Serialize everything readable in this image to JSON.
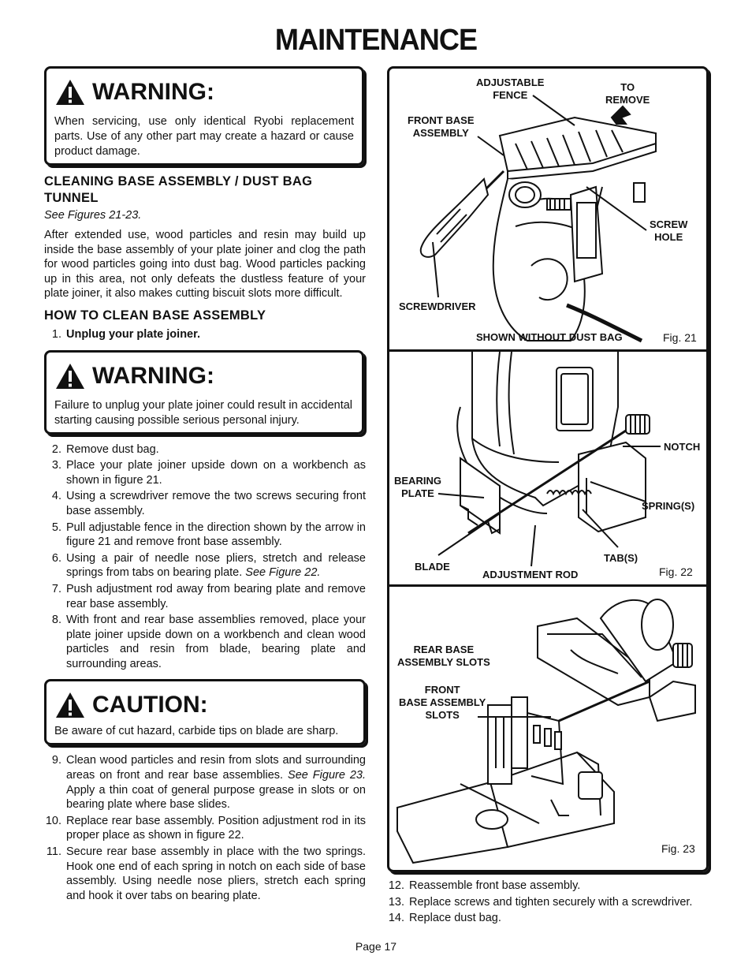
{
  "title": "MAINTENANCE",
  "warning1": {
    "heading": "WARNING:",
    "body": "When servicing, use only identical Ryobi replacement parts. Use of any other part may create a hazard or cause product damage."
  },
  "section1": {
    "heading": "CLEANING BASE ASSEMBLY / DUST BAG TUNNEL",
    "see": "See Figures 21-23.",
    "para": "After extended use, wood particles and resin may build up inside the base assembly of your plate joiner and clog the path for wood particles going into dust bag. Wood particles packing up in this area, not only defeats the dustless feature of your plate joiner, it also makes cutting biscuit slots more difficult."
  },
  "section2": {
    "heading": "HOW TO CLEAN BASE ASSEMBLY",
    "step1_num": "1.",
    "step1": "Unplug your plate joiner."
  },
  "warning2": {
    "heading": "WARNING:",
    "body": "Failure to unplug your plate joiner could result in accidental starting causing possible serious personal injury."
  },
  "steps_a": [
    {
      "num": "2.",
      "pre": "Remove dust bag.",
      "ref": ""
    },
    {
      "num": "3.",
      "pre": "Place your plate joiner upside down on a workbench as shown in figure 21.",
      "ref": ""
    },
    {
      "num": "4.",
      "pre": "Using a screwdriver remove the two screws securing front base assembly.",
      "ref": ""
    },
    {
      "num": "5.",
      "pre": "Pull adjustable fence in the direction shown by the arrow in figure 21 and remove front base assembly.",
      "ref": ""
    },
    {
      "num": "6.",
      "pre": "Using a pair of needle nose pliers, stretch and release springs from tabs on bearing plate. ",
      "ref": "See Figure 22."
    },
    {
      "num": "7.",
      "pre": "Push adjustment rod away from bearing plate and remove rear base assembly.",
      "ref": ""
    },
    {
      "num": "8.",
      "pre": "With front and rear base assemblies removed, place your plate joiner upside down on a workbench and clean wood particles and resin from blade, bearing plate and surrounding areas.",
      "ref": ""
    }
  ],
  "caution": {
    "heading": "CAUTION:",
    "body": "Be aware of cut hazard, carbide tips on blade are sharp."
  },
  "steps_b": [
    {
      "num": "9.",
      "pre": "Clean wood particles and resin from slots and surrounding areas on front and rear base assemblies. ",
      "ref": "See Figure 23.",
      "post": " Apply a thin coat of general purpose grease in slots or on bearing plate where base slides."
    },
    {
      "num": "10.",
      "pre": "Replace rear base assembly. Position adjustment rod in its proper place as shown in figure 22.",
      "ref": "",
      "post": ""
    },
    {
      "num": "11.",
      "pre": "Secure rear base assembly in place with the two springs. Hook one end of each spring in notch on each side of base assembly. Using needle nose pliers, stretch each spring and hook it over tabs on bearing plate.",
      "ref": "",
      "post": ""
    }
  ],
  "steps_c": [
    {
      "num": "12.",
      "text": "Reassemble front base assembly."
    },
    {
      "num": "13.",
      "text": "Replace screws and tighten securely with a screwdriver."
    },
    {
      "num": "14.",
      "text": "Replace dust bag."
    }
  ],
  "fig21": {
    "adjustable": "ADJUSTABLE",
    "fence": "FENCE",
    "to": "TO",
    "remove": "REMOVE",
    "front_base": "FRONT BASE",
    "assembly": "ASSEMBLY",
    "screw": "SCREW",
    "hole": "HOLE",
    "screwdriver": "SCREWDRIVER",
    "shown_without": "SHOWN WITHOUT DUST BAG",
    "figno": "Fig. 21"
  },
  "fig22": {
    "notch": "NOTCH",
    "bearing": "BEARING",
    "plate": "PLATE",
    "springs": "SPRING(S)",
    "tabs": "TAB(S)",
    "blade": "BLADE",
    "adjustment_rod": "ADJUSTMENT ROD",
    "figno": "Fig. 22"
  },
  "fig23": {
    "rear_base": "REAR BASE",
    "assembly_slots": "ASSEMBLY SLOTS",
    "front": "FRONT",
    "base_assembly": "BASE ASSEMBLY",
    "slots": "SLOTS",
    "figno": "Fig. 23"
  },
  "page": "Page 17"
}
